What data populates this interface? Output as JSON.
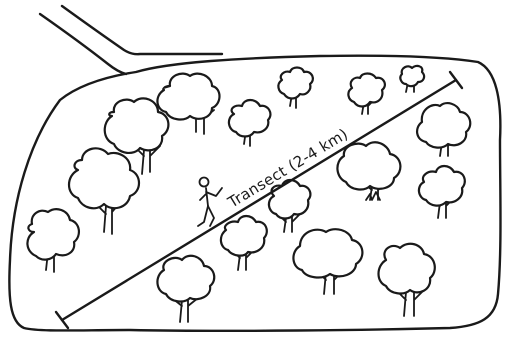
{
  "colors": {
    "ink": "#1a1a1a",
    "background": "#ffffff"
  },
  "transect": {
    "label": "Transect (2-4 km)"
  },
  "icons": [
    "walking-person-icon",
    "tree-icon",
    "forest-boundary",
    "road"
  ]
}
